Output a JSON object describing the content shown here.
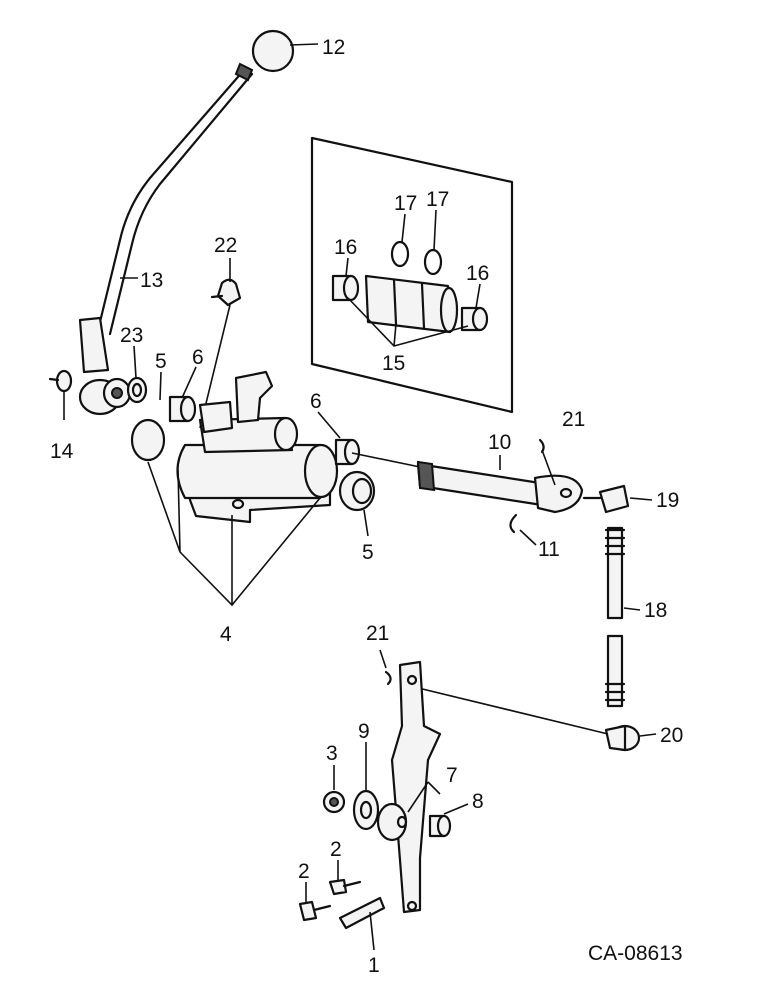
{
  "figure_code": "CA-08613",
  "callouts": {
    "c1": "1",
    "c2a": "2",
    "c2b": "2",
    "c3": "3",
    "c4": "4",
    "c5a": "5",
    "c5b": "5",
    "c6a": "6",
    "c6b": "6",
    "c7": "7",
    "c8": "8",
    "c9": "9",
    "c10": "10",
    "c11": "11",
    "c12": "12",
    "c13": "13",
    "c14": "14",
    "c15": "15",
    "c16a": "16",
    "c16b": "16",
    "c17a": "17",
    "c17b": "17",
    "c18": "18",
    "c19": "19",
    "c20": "20",
    "c21a": "21",
    "c21b": "21",
    "c22": "22",
    "c23": "23"
  }
}
